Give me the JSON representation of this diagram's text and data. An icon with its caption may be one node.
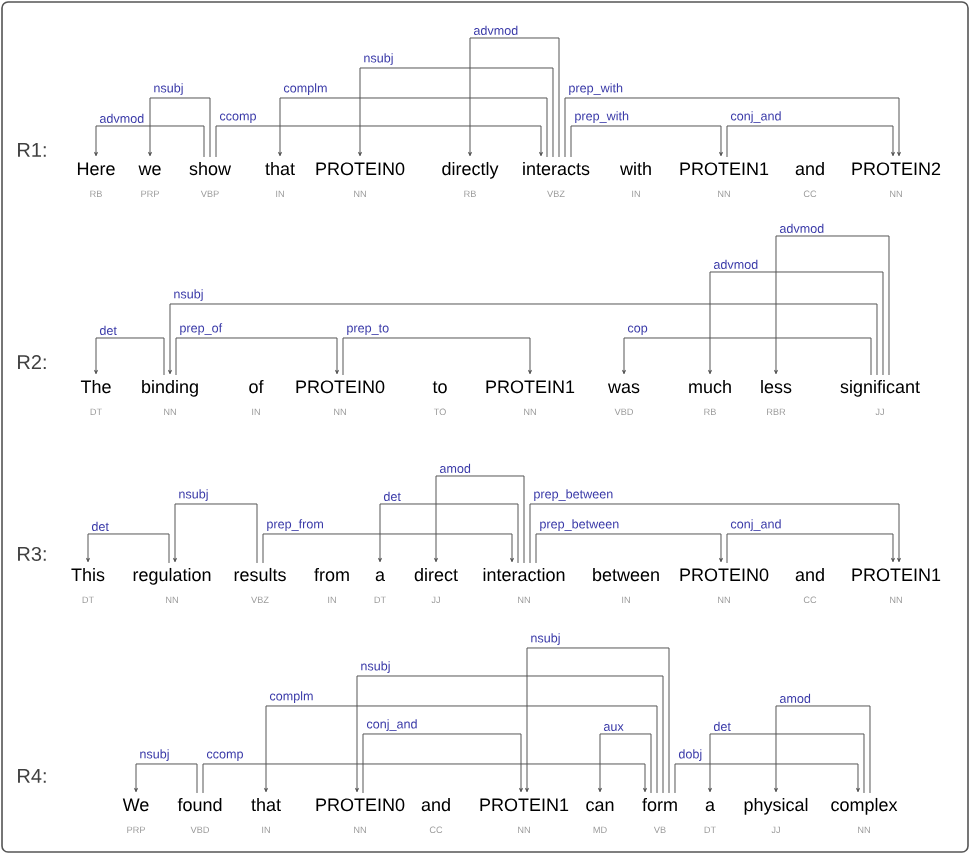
{
  "diagram": {
    "nodes": [
      {
        "text": [
          "Here",
          "RB"
        ]
      },
      {
        "text": [
          "we",
          "PRP"
        ]
      },
      {
        "text": [
          "show",
          "VBP"
        ]
      },
      {
        "text": [
          "that",
          "IN"
        ]
      },
      {
        "text": [
          "PROTEIN0",
          "NN"
        ]
      },
      {
        "text": [
          "directly",
          "RB"
        ]
      },
      {
        "text": [
          "interacts",
          "VBZ"
        ]
      },
      {
        "text": [
          "with",
          "IN"
        ]
      },
      {
        "text": [
          "PROTEIN1",
          "NN"
        ]
      },
      {
        "text": [
          "and",
          "CC"
        ]
      },
      {
        "text": [
          "PROTEIN2",
          "NN"
        ]
      },
      {
        "text": [
          "The",
          "DT"
        ]
      },
      {
        "text": [
          "binding",
          "NN"
        ]
      },
      {
        "text": [
          "of",
          "IN"
        ]
      },
      {
        "text": [
          "PROTEIN0",
          "NN"
        ]
      },
      {
        "text": [
          "to",
          "TO"
        ]
      },
      {
        "text": [
          "PROTEIN1",
          "NN"
        ]
      },
      {
        "text": [
          "was",
          "VBD"
        ]
      },
      {
        "text": [
          "much",
          "RB"
        ]
      },
      {
        "text": [
          "less",
          "RBR"
        ]
      },
      {
        "text": [
          "significant",
          "JJ"
        ]
      },
      {
        "text": [
          "This",
          "DT"
        ]
      },
      {
        "text": [
          "regulation",
          "NN"
        ]
      },
      {
        "text": [
          "results",
          "VBZ"
        ]
      },
      {
        "text": [
          "from",
          "IN"
        ]
      },
      {
        "text": [
          "a",
          "DT"
        ]
      },
      {
        "text": [
          "direct",
          "JJ"
        ]
      },
      {
        "text": [
          "interaction",
          "NN"
        ]
      },
      {
        "text": [
          "between",
          "IN"
        ]
      },
      {
        "text": [
          "PROTEIN0",
          "NN"
        ]
      },
      {
        "text": [
          "and",
          "CC"
        ]
      },
      {
        "text": [
          "PROTEIN1",
          "NN"
        ]
      },
      {
        "text": [
          "We",
          "PRP"
        ]
      },
      {
        "text": [
          "found",
          "VBD"
        ]
      },
      {
        "text": [
          "that",
          "IN"
        ]
      },
      {
        "text": [
          "PROTEIN0",
          "NN"
        ]
      },
      {
        "text": [
          "and",
          "CC"
        ]
      },
      {
        "text": [
          "PROTEIN1",
          "NN"
        ]
      },
      {
        "text": [
          "can",
          "MD"
        ]
      },
      {
        "text": [
          "form",
          "VB"
        ]
      },
      {
        "text": [
          "a",
          "DT"
        ]
      },
      {
        "text": [
          "physical",
          "JJ"
        ]
      },
      {
        "text": [
          "complex",
          "NN"
        ]
      }
    ],
    "edges": [
      {
        "from": 2,
        "to": 0,
        "arrow": "to",
        "label": "advmod"
      },
      {
        "from": 2,
        "to": 1,
        "arrow": "to",
        "label": "nsubj"
      },
      {
        "from": 2,
        "to": 6,
        "arrow": "to",
        "label": "ccomp"
      },
      {
        "from": 6,
        "to": 3,
        "arrow": "to",
        "label": "complm"
      },
      {
        "from": 6,
        "to": 4,
        "arrow": "to",
        "label": "nsubj"
      },
      {
        "from": 6,
        "to": 5,
        "arrow": "to",
        "label": "advmod"
      },
      {
        "from": 6,
        "to": 8,
        "arrow": "to",
        "label": "prep_with"
      },
      {
        "from": 6,
        "to": 10,
        "arrow": "to",
        "label": "prep_with"
      },
      {
        "from": 8,
        "to": 10,
        "arrow": "to",
        "label": "conj_and"
      },
      {
        "from": 12,
        "to": 11,
        "arrow": "to",
        "label": "det"
      },
      {
        "from": 12,
        "to": 14,
        "arrow": "to",
        "label": "prep_of"
      },
      {
        "from": 14,
        "to": 16,
        "arrow": "to",
        "label": "prep_to"
      },
      {
        "from": 20,
        "to": 12,
        "arrow": "to",
        "label": "nsubj"
      },
      {
        "from": 20,
        "to": 17,
        "arrow": "to",
        "label": "cop"
      },
      {
        "from": 20,
        "to": 18,
        "arrow": "to",
        "label": "advmod"
      },
      {
        "from": 20,
        "to": 19,
        "arrow": "to",
        "label": "advmod"
      },
      {
        "from": 22,
        "to": 21,
        "arrow": "to",
        "label": "det"
      },
      {
        "from": 23,
        "to": 22,
        "arrow": "to",
        "label": "nsubj"
      },
      {
        "from": 23,
        "to": 27,
        "arrow": "to",
        "label": "prep_from"
      },
      {
        "from": 27,
        "to": 25,
        "arrow": "to",
        "label": "det"
      },
      {
        "from": 27,
        "to": 26,
        "arrow": "to",
        "label": "amod"
      },
      {
        "from": 27,
        "to": 29,
        "arrow": "to",
        "label": "prep_between"
      },
      {
        "from": 27,
        "to": 31,
        "arrow": "to",
        "label": "prep_between"
      },
      {
        "from": 29,
        "to": 31,
        "arrow": "to",
        "label": "conj_and"
      },
      {
        "from": 33,
        "to": 32,
        "arrow": "to",
        "label": "nsubj"
      },
      {
        "from": 33,
        "to": 39,
        "arrow": "to",
        "label": "ccomp"
      },
      {
        "from": 39,
        "to": 34,
        "arrow": "to",
        "label": "complm"
      },
      {
        "from": 39,
        "to": 35,
        "arrow": "to",
        "label": "nsubj"
      },
      {
        "from": 35,
        "to": 37,
        "arrow": "to",
        "label": "conj_and"
      },
      {
        "from": 39,
        "to": 37,
        "arrow": "to",
        "label": "nsubj"
      },
      {
        "from": 39,
        "to": 38,
        "arrow": "to",
        "label": "aux"
      },
      {
        "from": 39,
        "to": 42,
        "arrow": "to",
        "label": "dobj"
      },
      {
        "from": 42,
        "to": 40,
        "arrow": "to",
        "label": "det"
      },
      {
        "from": 42,
        "to": 41,
        "arrow": "to",
        "label": "amod"
      }
    ],
    "labels": [
      "R1:",
      "R2:",
      "R3:",
      "R4:"
    ]
  }
}
